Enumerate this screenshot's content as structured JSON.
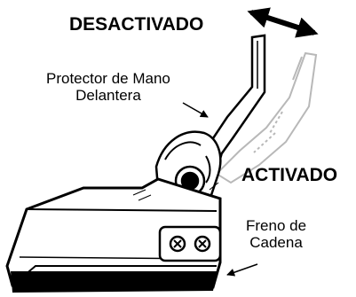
{
  "labels": {
    "deactivated": "DESACTIVADO",
    "activated": "ACTIVADO",
    "front_hand_guard_line1": "Protector de Mano",
    "front_hand_guard_line2": "Delantera",
    "chain_brake_line1": "Freno de",
    "chain_brake_line2": "Cadena"
  },
  "colors": {
    "ink": "#000000",
    "ghost_guard": "#b8b8b8",
    "background": "#ffffff"
  }
}
